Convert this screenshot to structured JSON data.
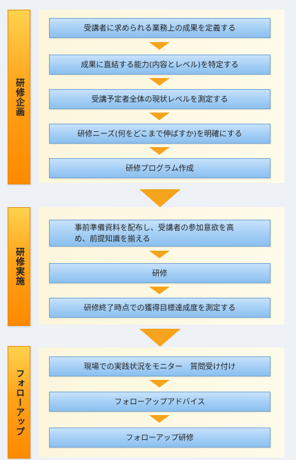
{
  "phases": [
    {
      "label": "研修企画",
      "steps": [
        "受講者に求められる業務上の成果を定義する",
        "成果に直結する能力(内容とレベル)を特定する",
        "受講予定者全体の現状レベルを測定する",
        "研修ニーズ(何をどこまで伸ばすか)を明確にする",
        "研修プログラム作成"
      ]
    },
    {
      "label": "研修実施",
      "steps": [
        "事前準備資料を配布し、受講者の参加意欲を高め、前提知識を揃える",
        "研修",
        "研修終了時点での獲得目標達成度を測定する"
      ]
    },
    {
      "label": "フォローアップ",
      "steps": [
        "現場での実践状況をモニター　質問受け付け",
        "フォローアップアドバイス",
        "フォローアップ研修"
      ]
    }
  ]
}
